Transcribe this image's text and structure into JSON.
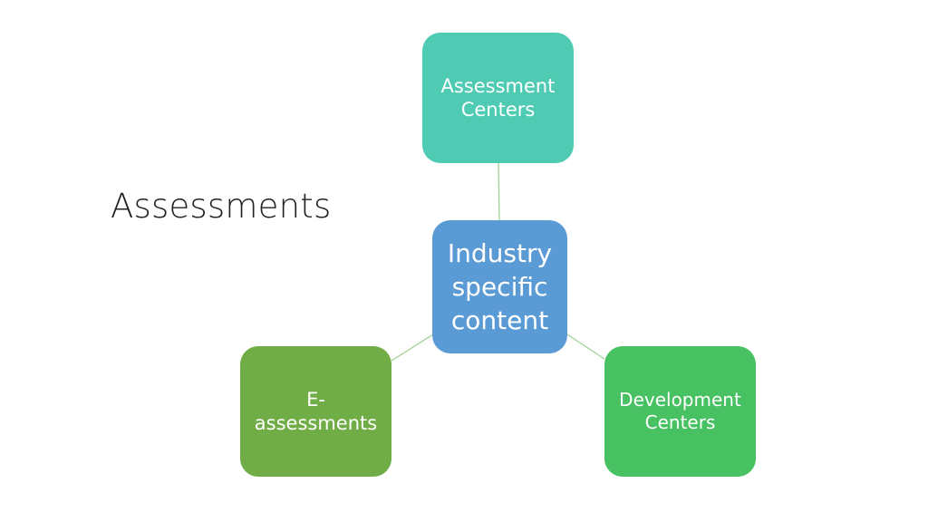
{
  "slide": {
    "title": "Assessments"
  },
  "diagram": {
    "center": {
      "label": "Industry specific content",
      "color": "#5b9bd5"
    },
    "top": {
      "label": "Assessment Centers",
      "color": "#4fcab3"
    },
    "left": {
      "label": "E-assessments",
      "color": "#70ad47"
    },
    "right": {
      "label": "Development Centers",
      "color": "#47c162"
    },
    "connector_color": "#9ccf8f"
  }
}
